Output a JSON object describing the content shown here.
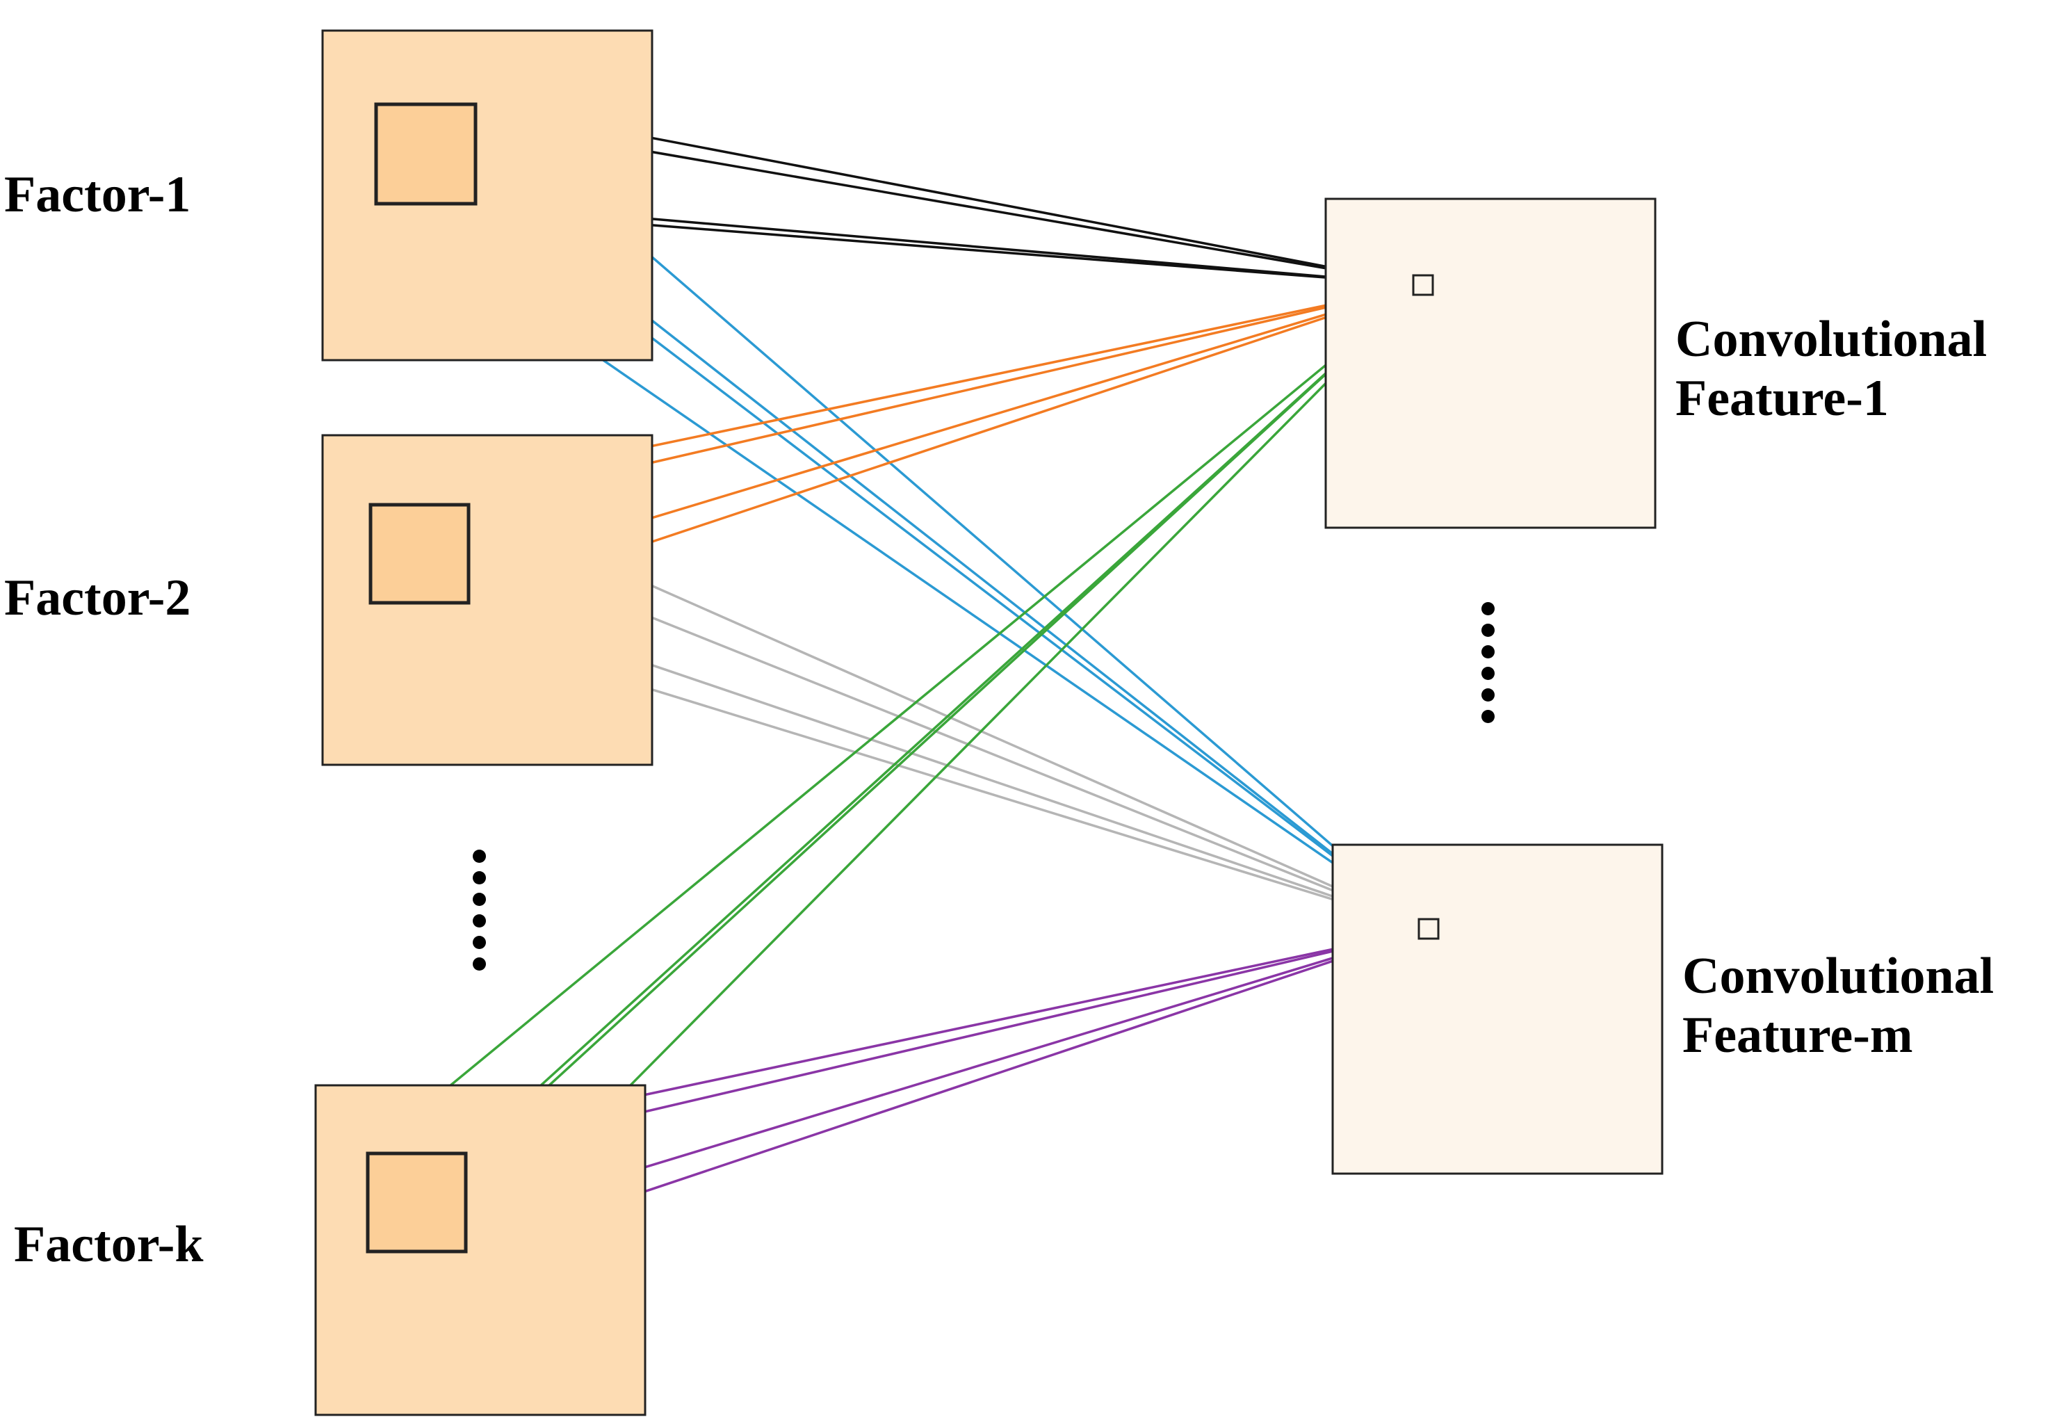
{
  "factors": [
    {
      "id": "factor-1",
      "label": "Factor-1"
    },
    {
      "id": "factor-2",
      "label": "Factor-2"
    },
    {
      "id": "factor-k",
      "label": "Factor-k"
    }
  ],
  "features": [
    {
      "id": "feature-1",
      "line1": "Convolutional",
      "line2": "Feature-1"
    },
    {
      "id": "feature-m",
      "line1": "Convolutional",
      "line2": "Feature-m"
    }
  ],
  "colors": {
    "factor_fill": "#fddcb3",
    "kernel_fill": "#fccf98",
    "feature_fill": "#fdf5eb",
    "box_stroke": "#222222",
    "factor1_to_feature1": "#111111",
    "factor1_to_featurem": "#2b9ad3",
    "factor2_to_feature1": "#f37b22",
    "factor2_to_featurem": "#b5b5b5",
    "factork_to_feature1": "#3aa63a",
    "factork_to_featurem": "#8a35a6"
  }
}
